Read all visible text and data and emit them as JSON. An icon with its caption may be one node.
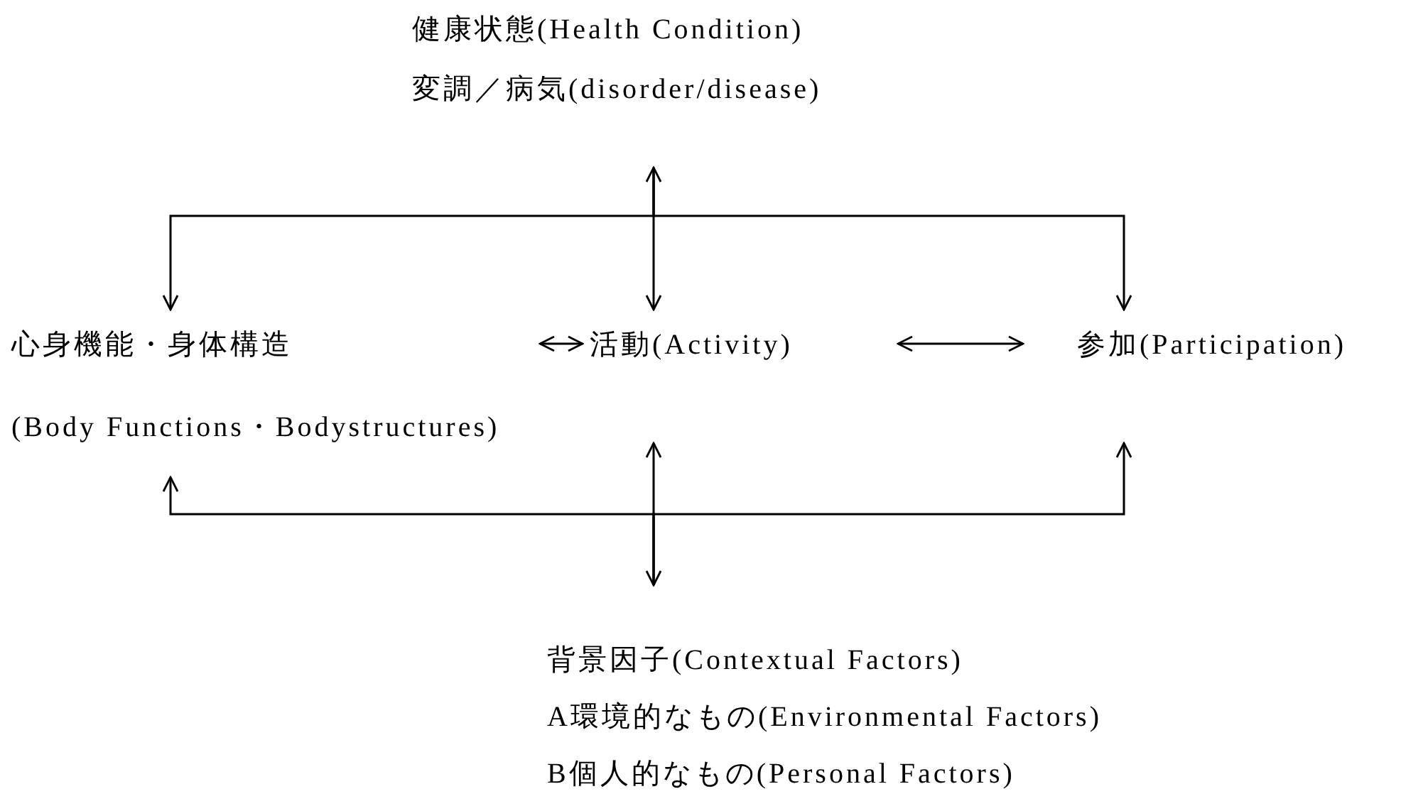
{
  "diagram": {
    "nodes": [
      {
        "text": [
          "健康状態(Health Condition)",
          "変調／病気(disorder/disease)"
        ]
      },
      {
        "text": [
          "心身機能・身体構造",
          "(Body Functions・Bodystructures)"
        ]
      },
      {
        "text": [
          "活動(Activity)"
        ]
      },
      {
        "text": [
          "参加(Participation)"
        ]
      },
      {
        "text": [
          "背景因子(Contextual Factors)",
          "A環境的なもの(Environmental Factors)",
          "B個人的なもの(Personal Factors)"
        ]
      }
    ],
    "edges": [
      {
        "from": 0,
        "to": 2,
        "arrow": "both"
      },
      {
        "from": 0,
        "to": 1,
        "arrow": "to"
      },
      {
        "from": 0,
        "to": 3,
        "arrow": "to"
      },
      {
        "from": 1,
        "to": 2,
        "arrow": "both"
      },
      {
        "from": 2,
        "to": 3,
        "arrow": "both"
      },
      {
        "from": 4,
        "to": 2,
        "arrow": "both"
      },
      {
        "from": 4,
        "to": 1,
        "arrow": "to"
      },
      {
        "from": 4,
        "to": 3,
        "arrow": "to"
      }
    ]
  }
}
